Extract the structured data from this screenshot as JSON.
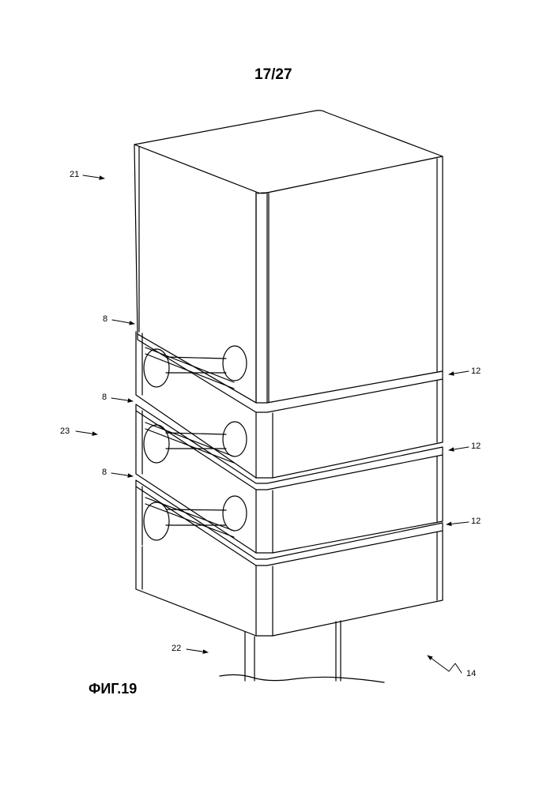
{
  "header": {
    "page_number": "17/27"
  },
  "figure": {
    "label": "ФИГ.19"
  },
  "references": {
    "r21": "21",
    "r8a": "8",
    "r8b": "8",
    "r8c": "8",
    "r23": "23",
    "r12a": "12",
    "r12b": "12",
    "r12c": "12",
    "r22": "22",
    "r14": "14"
  }
}
